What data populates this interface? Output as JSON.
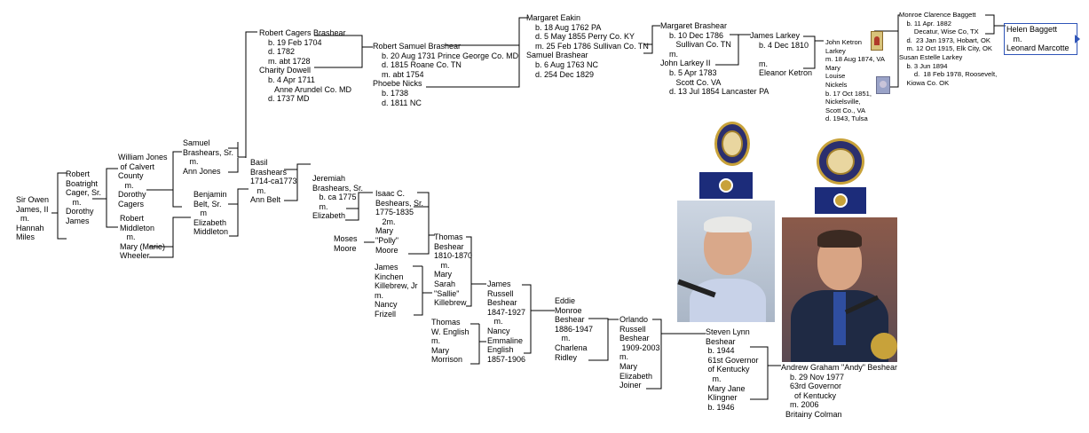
{
  "people": [
    {
      "id": "owen",
      "text": "Sir Owen\nJames, II\n  m.\nHannah\nMiles"
    },
    {
      "id": "robert_cager",
      "text": "Robert\nBoatright\nCager, Sr.\n   m.\nDorothy\nJames"
    },
    {
      "id": "william_jones",
      "text": "William Jones\n of Calvert\nCounty\n   m.\nDorothy\nCagers"
    },
    {
      "id": "robert_middleton",
      "text": "Robert\nMiddleton\n   m.\nMary (Marie)\nWheeler"
    },
    {
      "id": "samuel_sr",
      "text": "Samuel\nBrashears, Sr.\n   m.\nAnn Jones"
    },
    {
      "id": "benjamin",
      "text": "Benjamin\nBelt, Sr.\n   m\nElizabeth\nMiddleton"
    },
    {
      "id": "robert_cagers_brashear",
      "text": "Robert Cagers Brashear\n    b. 19 Feb 1704\n    d. 1782\n    m. abt 1728\nCharity Dowell\n    b. 4 Apr 1711\n       Anne Arundel Co. MD\n    d. 1737 MD"
    },
    {
      "id": "basil",
      "text": "Basil\nBrashears\n1714-ca1773\n   m.\nAnn Belt"
    },
    {
      "id": "robert_samuel",
      "text": "Robert Samuel Brashear\n    b. 20 Aug 1731 Prince George Co. MD\n    d. 1815 Roane Co. TN\n    m. abt 1754\nPhoebe Nicks\n    b. 1738\n    d. 1811 NC"
    },
    {
      "id": "jeremiah",
      "text": "Jeremiah\nBrashears, Sr.\n   b. ca 1775\n   m.\nElizabeth"
    },
    {
      "id": "isaac",
      "text": "Isaac C.\nBeshears, Sr.\n1775-1835\n   2m.\nMary\n\"Polly\"\nMoore"
    },
    {
      "id": "moses",
      "text": "Moses\nMoore"
    },
    {
      "id": "margaret_eakin",
      "text": "Margaret Eakin\n    b. 18 Aug 1762 PA\n    d. 5 May 1855 Perry Co. KY\n    m. 25 Feb 1786 Sullivan Co. TN\nSamuel Brashear\n    b. 6 Aug 1763 NC\n    d. 254 Dec 1829"
    },
    {
      "id": "margaret_brashear",
      "text": "Margaret Brashear\n    b. 10 Dec 1786\n       Sullivan Co. TN\n    m.\nJohn Larkey II\n    b. 5 Apr 1783\n       Scott Co. VA\n    d. 13 Jul 1854 Lancaster PA"
    },
    {
      "id": "james_larkey",
      "text": "James Larkey\n    b. 4 Dec 1810\n\n    m.\n    Eleanor Ketron"
    },
    {
      "id": "john_ketron",
      "text": "John Ketron\nLarkey\nm. 18 Aug 1874, VA\nMary\nLouise\nNickels\nb. 17 Oct 1851,\nNickelsville,\nScott Co., VA\nd. 1943, Tulsa"
    },
    {
      "id": "monroe",
      "text": "Monroe Clarence Baggett\n    b. 11 Apr. 1882\n        Decatur, Wise Co, TX\n    d.  23 Jan 1973, Hobart, OK\n    m. 12 Oct 1915, Elk City, OK\nSusan Estelle Larkey\n    b. 3 Jun 1894\n        d.  18 Feb 1978, Roosevelt,\n    Kiowa Co. OK"
    },
    {
      "id": "helen",
      "text": "Helen Baggett\n   m.\nLeonard Marcotte"
    },
    {
      "id": "thomas",
      "text": "Thomas\nBeshear\n1810-1870\n   m.\nMary\nSarah\n\"Sallie\"\nKillebrew"
    },
    {
      "id": "james_kinchen",
      "text": "James\nKinchen\nKillebrew, Jr\nm.\nNancy\nFrizell"
    },
    {
      "id": "james_russell",
      "text": "James\nRussell\nBeshear\n1847-1927\n   m.\nNancy\nEmmaline\nEnglish\n1857-1906"
    },
    {
      "id": "thomas_english",
      "text": "Thomas\nW. English\nm.\nMary\nMorrison"
    },
    {
      "id": "eddie",
      "text": "Eddie\nMonroe\nBeshear\n1886-1947\n   m.\nCharlena\nRidley"
    },
    {
      "id": "orlando",
      "text": "Orlando\nRussell\nBeshear\n 1909-2003\nm.\nMary\nElizabeth\nJoiner"
    },
    {
      "id": "steven",
      "text": "Steven Lynn\nBeshear\n b. 1944\n 61st Governor\n of Kentucky\n   m.\n Mary Jane\n Klingner\n b. 1946"
    },
    {
      "id": "andy",
      "text": "Andrew Graham \"Andy\" Beshear\n    b. 29 Nov 1977\n    63rd Governor\n      of Kentucky\n    m. 2006\n  Britainy Colman"
    }
  ],
  "images": {
    "seal": "kentucky-state-seal",
    "flag": "kentucky-state-flag",
    "photo_steven": "steven-beshear-photo",
    "photo_andy": "andy-beshear-photo"
  },
  "colors": {
    "line": "#000000",
    "flag": "#1c2c7a",
    "seal": "#2b2f6e",
    "highlight": "#2f55b8"
  }
}
